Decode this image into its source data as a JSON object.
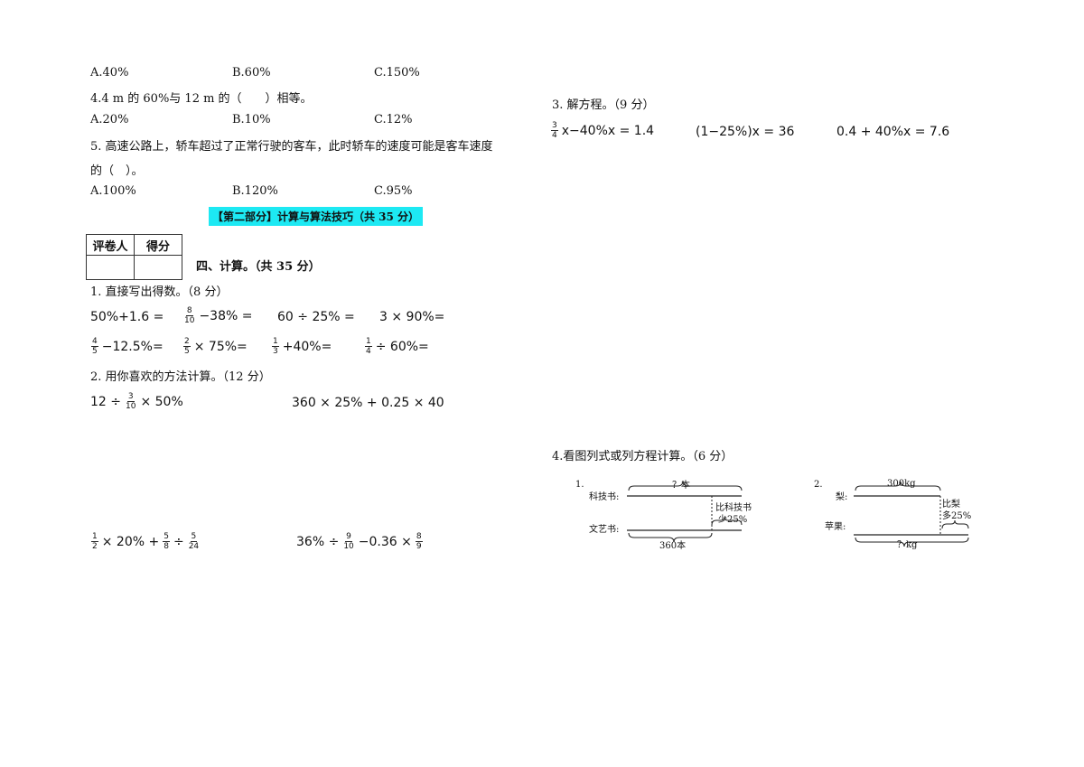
{
  "q3_options": {
    "a": "A.40%",
    "b": "B.60%",
    "c": "C.150%"
  },
  "q4": {
    "text": "4.4 m 的 60%与 12 m 的（　　）相等。",
    "a": "A.20%",
    "b": "B.10%",
    "c": "C.12%"
  },
  "q5": {
    "line1": "5. 高速公路上，轿车超过了正常行驶的客车，此时轿车的速度可能是客车速度",
    "line2": "的（　）。",
    "a": "A.100%",
    "b": "B.120%",
    "c": "C.95%"
  },
  "section_banner": "【第二部分】计算与算法技巧（共 35 分）",
  "score_table": {
    "col1": "评卷人",
    "col2": "得分"
  },
  "part4_title": "四、计算。（共 35 分）",
  "sub1": {
    "title": "1. 直接写出得数。（8 分）",
    "row1": [
      {
        "pre": "50%+1.6 ="
      },
      {
        "num": "8",
        "den": "10",
        "post": "−38% ="
      },
      {
        "pre": "60 ÷ 25% ="
      },
      {
        "pre": "3 × 90%="
      }
    ],
    "row2": [
      {
        "num": "4",
        "den": "5",
        "post": "−12.5%="
      },
      {
        "num": "2",
        "den": "5",
        "post": "× 75%="
      },
      {
        "num": "1",
        "den": "3",
        "post": "+40%="
      },
      {
        "num": "1",
        "den": "4",
        "post": "÷ 60%="
      }
    ]
  },
  "sub2": {
    "title": "2. 用你喜欢的方法计算。（12 分）",
    "e1": {
      "pre": "12 ÷",
      "num": "3",
      "den": "10",
      "post": "× 50%"
    },
    "e2": "360 × 25% + 0.25 × 40",
    "e3": {
      "n1": "1",
      "d1": "2",
      "mid1": "× 20% +",
      "n2": "5",
      "d2": "8",
      "mid2": "÷",
      "n3": "5",
      "d3": "24"
    },
    "e4": {
      "pre": "36% ÷",
      "n1": "9",
      "d1": "10",
      "mid": "−0.36 ×",
      "n2": "8",
      "d2": "9"
    }
  },
  "sub3": {
    "title": "3. 解方程。（9 分）",
    "eq1": {
      "num": "3",
      "den": "4",
      "post": "x−40%x = 1.4"
    },
    "eq2": "(1−25%)x = 36",
    "eq3": "0.4 + 40%x = 7.6"
  },
  "sub4": {
    "title": "4.看图列式或列方程计算。（6 分）",
    "d1": {
      "no": "1.",
      "label1": "科技书:",
      "q": "？本",
      "note1": "比科技书",
      "note2": "少25%",
      "label2": "文艺书:",
      "val": "360本"
    },
    "d2": {
      "no": "2.",
      "label1": "梨:",
      "val": "300kg",
      "note1": "比梨",
      "note2": "多25%",
      "label2": "苹果:",
      "q": "？kg"
    }
  }
}
